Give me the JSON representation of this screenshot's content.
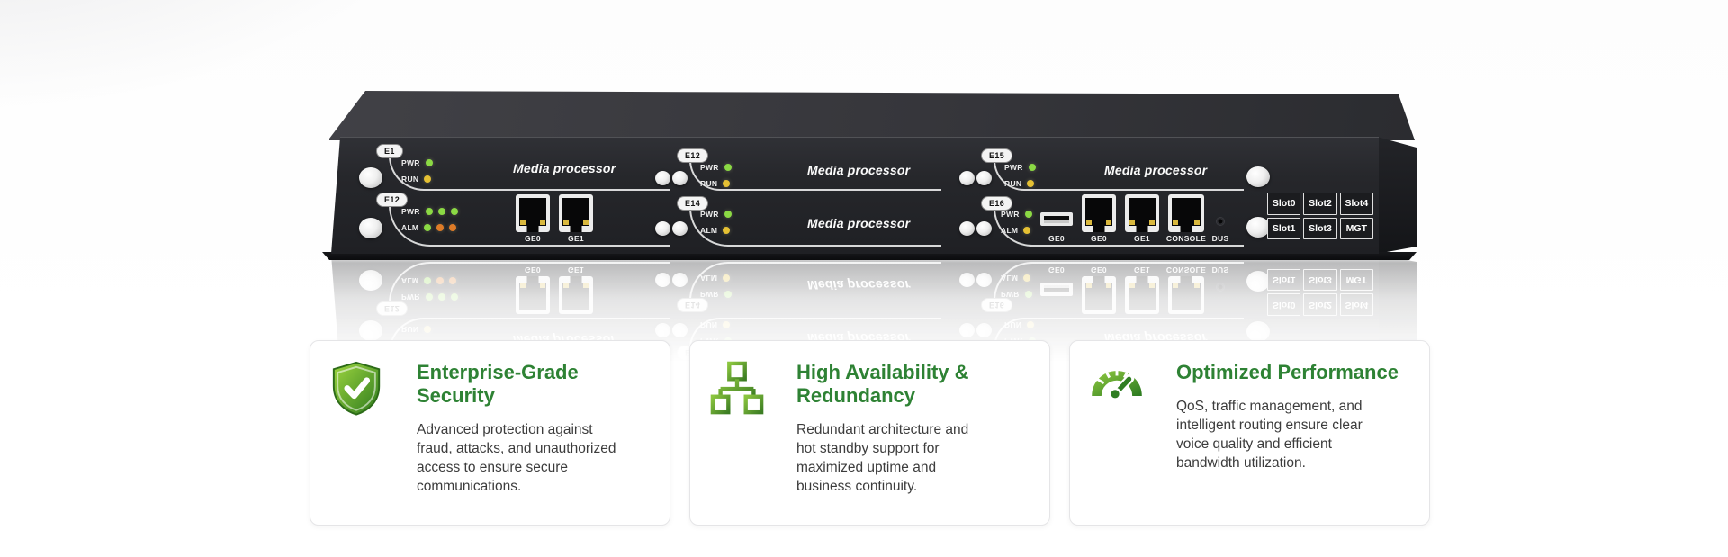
{
  "colors": {
    "accent_green": "#2e8234",
    "led_green": "#8BD944",
    "led_yellow": "#E5C033",
    "led_orange": "#DE7B27"
  },
  "device": {
    "slot_table": [
      "Slot0",
      "Slot2",
      "Slot4",
      "Slot1",
      "Slot3",
      "MGT"
    ],
    "modules": {
      "top_left": {
        "tag": "E1",
        "led1": "PWR",
        "led2": "RUN",
        "title": "Media processor"
      },
      "top_mid": {
        "tag": "E12",
        "led1": "PWR",
        "led2": "RUN",
        "title": "Media processor"
      },
      "top_right": {
        "tag": "E15",
        "led1": "PWR",
        "led2": "RUN",
        "title": "Media processor"
      },
      "bottom_left": {
        "tag": "E12",
        "led1": "PWR",
        "led2": "ALM",
        "port1": "GE0",
        "port2": "GE1"
      },
      "bottom_mid": {
        "tag": "E14",
        "led1": "PWR",
        "led2": "ALM",
        "title": "Media processor"
      },
      "bottom_right": {
        "tag": "E16",
        "led1": "PWR",
        "led2": "ALM",
        "usb_label": "GE0",
        "port1": "GE0",
        "port2": "GE1",
        "port3": "CONSOLE",
        "pinhole": "DUS"
      }
    }
  },
  "cards": [
    {
      "icon": "shield-check-icon",
      "title": "Enterprise-Grade Security",
      "body": "Advanced protection against fraud, attacks, and unauthorized access to ensure secure communications."
    },
    {
      "icon": "hierarchy-icon",
      "title": "High Availability & Redundancy",
      "body": "Redundant architecture and hot standby support for maximized uptime and business continuity."
    },
    {
      "icon": "speedometer-icon",
      "title": "Optimized Performance",
      "body": "QoS, traffic management, and intelligent routing ensure clear voice quality and efficient bandwidth utilization."
    }
  ]
}
